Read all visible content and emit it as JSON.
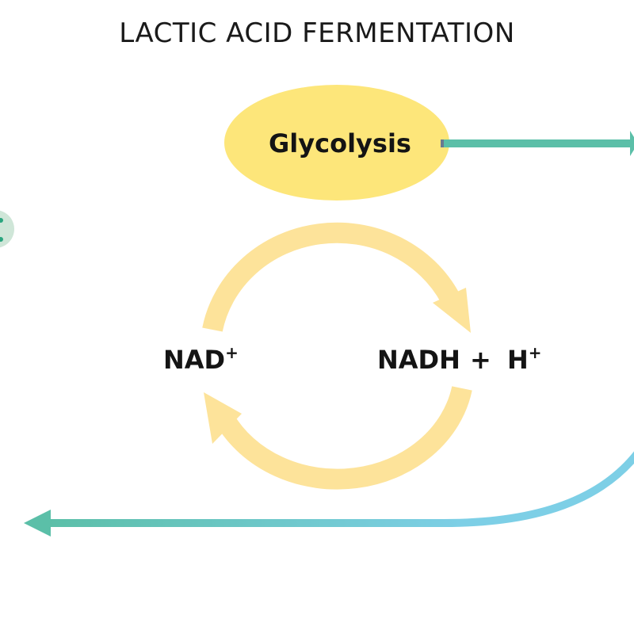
{
  "title": "LACTIC ACID FERMENTATION",
  "nodes": {
    "glycolysis": "Glycolysis",
    "nad_plus": "NAD",
    "nad_plus_sup": "+",
    "nadh": "NADH",
    "plus": "+",
    "h": "H",
    "h_sup": "+"
  },
  "colors": {
    "glycolysis_fill": "#fde67a",
    "cycle_arrow": "#fde39a",
    "line_blue": "#7dcfe6",
    "line_teal": "#5bbfa8",
    "partial_circle": "#cfe6d8",
    "partial_circle_dots": "#2aa57e"
  }
}
